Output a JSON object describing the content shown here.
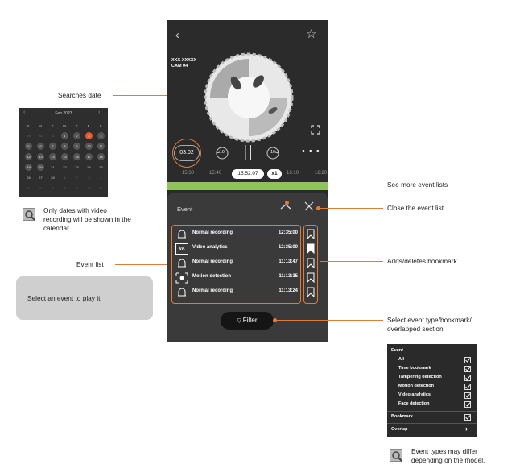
{
  "phone": {
    "camera_id": "XXX-XXXXX",
    "camera_name": "CAM 04",
    "date": "03.02",
    "seek_back": "10",
    "seek_forward": "10",
    "timeline": {
      "ticks": [
        "15:30",
        "15:40",
        "16:10",
        "16:20"
      ],
      "current_time": "15:52:07",
      "speed": "x1"
    },
    "panel": {
      "title": "Event",
      "events": [
        {
          "icon": "bell-icon",
          "name": "Normal recording",
          "time": "12:35:00",
          "bookmarked": false
        },
        {
          "icon": "va-icon",
          "name": "Video analytics",
          "time": "12:35:00",
          "bookmarked": true
        },
        {
          "icon": "bell-icon",
          "name": "Normal recording",
          "time": "11:13:47",
          "bookmarked": false
        },
        {
          "icon": "motion-icon",
          "name": "Motion detection",
          "time": "11:13:35",
          "bookmarked": false
        },
        {
          "icon": "bell-icon",
          "name": "Normal recording",
          "time": "11:13:24",
          "bookmarked": false
        }
      ],
      "va_badge": "VA",
      "filter_label": "Filter"
    }
  },
  "calendar": {
    "month": "Feb 2023",
    "weekdays": [
      "S",
      "M",
      "T",
      "W",
      "T",
      "F",
      "S"
    ],
    "selected_day": "3"
  },
  "annotations": {
    "searches_date": "Searches date",
    "calendar_note": [
      "Only dates with video",
      "recording will be shown in the",
      "calendar."
    ],
    "event_list": "Event list",
    "tip": "Select an event to play it.",
    "see_more": "See more event lists",
    "close_list": "Close the event list",
    "bookmark": "Adds/deletes bookmark",
    "select_type": [
      "Select event type/bookmark/",
      "overlapped section"
    ],
    "model_note": [
      "Event types may differ",
      "depending on the model."
    ]
  },
  "filter_menu": {
    "event_header": "Event",
    "items": [
      "All",
      "Time bookmark",
      "Tampering detection",
      "Motion detection",
      "Video analytics",
      "Face detection"
    ],
    "bookmark": "Bookmark",
    "overlap": "Overlap"
  },
  "colors": {
    "accent": "#e07b39",
    "timeline_green": "#8fc25c",
    "selected_day": "#e65a2d"
  }
}
